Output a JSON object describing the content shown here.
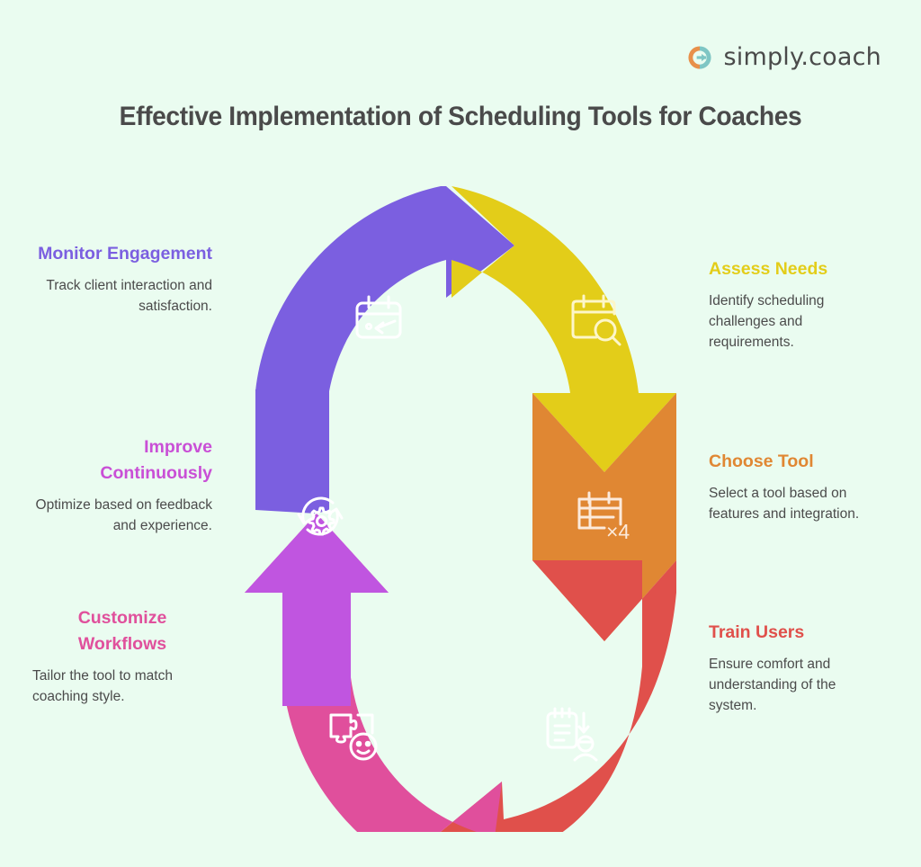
{
  "brand": {
    "name": "simply.coach",
    "mark_icon": "circular-arrow-logo-icon",
    "mark_color_left": "#e8904a",
    "mark_color_right": "#7fc6c4"
  },
  "page": {
    "title": "Effective Implementation of Scheduling Tools for Coaches",
    "background_color": "#eafcf0",
    "text_color": "#4a4a4a"
  },
  "diagram": {
    "type": "cyclical-arrow-loop",
    "direction": "clockwise",
    "steps": [
      {
        "id": "assess-needs",
        "order": 1,
        "heading": "Assess Needs",
        "body": "Identify scheduling challenges and requirements.",
        "color": "#e3cd19",
        "icon": "calendar-search-icon",
        "side": "right"
      },
      {
        "id": "choose-tool",
        "order": 2,
        "heading": "Choose Tool",
        "body": "Select a tool based on features and integration.",
        "color": "#e08733",
        "icon": "calendar-compare-x4-icon",
        "icon_label": "×4",
        "side": "right"
      },
      {
        "id": "train-users",
        "order": 3,
        "heading": "Train Users",
        "body": "Ensure comfort and understanding of the system.",
        "color": "#e0504b",
        "icon": "notepad-to-person-icon",
        "side": "right"
      },
      {
        "id": "customize-workflows",
        "order": 4,
        "heading": "Customize Workflows",
        "body": "Tailor the tool to match coaching style.",
        "color": "#e04f9c",
        "icon": "puzzle-smiley-icon",
        "side": "left"
      },
      {
        "id": "improve-continuously",
        "order": 5,
        "heading": "Improve Continuously",
        "body": "Optimize based on feedback and experience.",
        "color": "#c055e0",
        "icon": "refresh-gear-icon",
        "side": "left"
      },
      {
        "id": "monitor-engagement",
        "order": 6,
        "heading": "Monitor Engagement",
        "body": "Track client interaction and satisfaction.",
        "color": "#7b5fe0",
        "icon": "calendar-arrow-icon",
        "side": "left"
      }
    ]
  }
}
